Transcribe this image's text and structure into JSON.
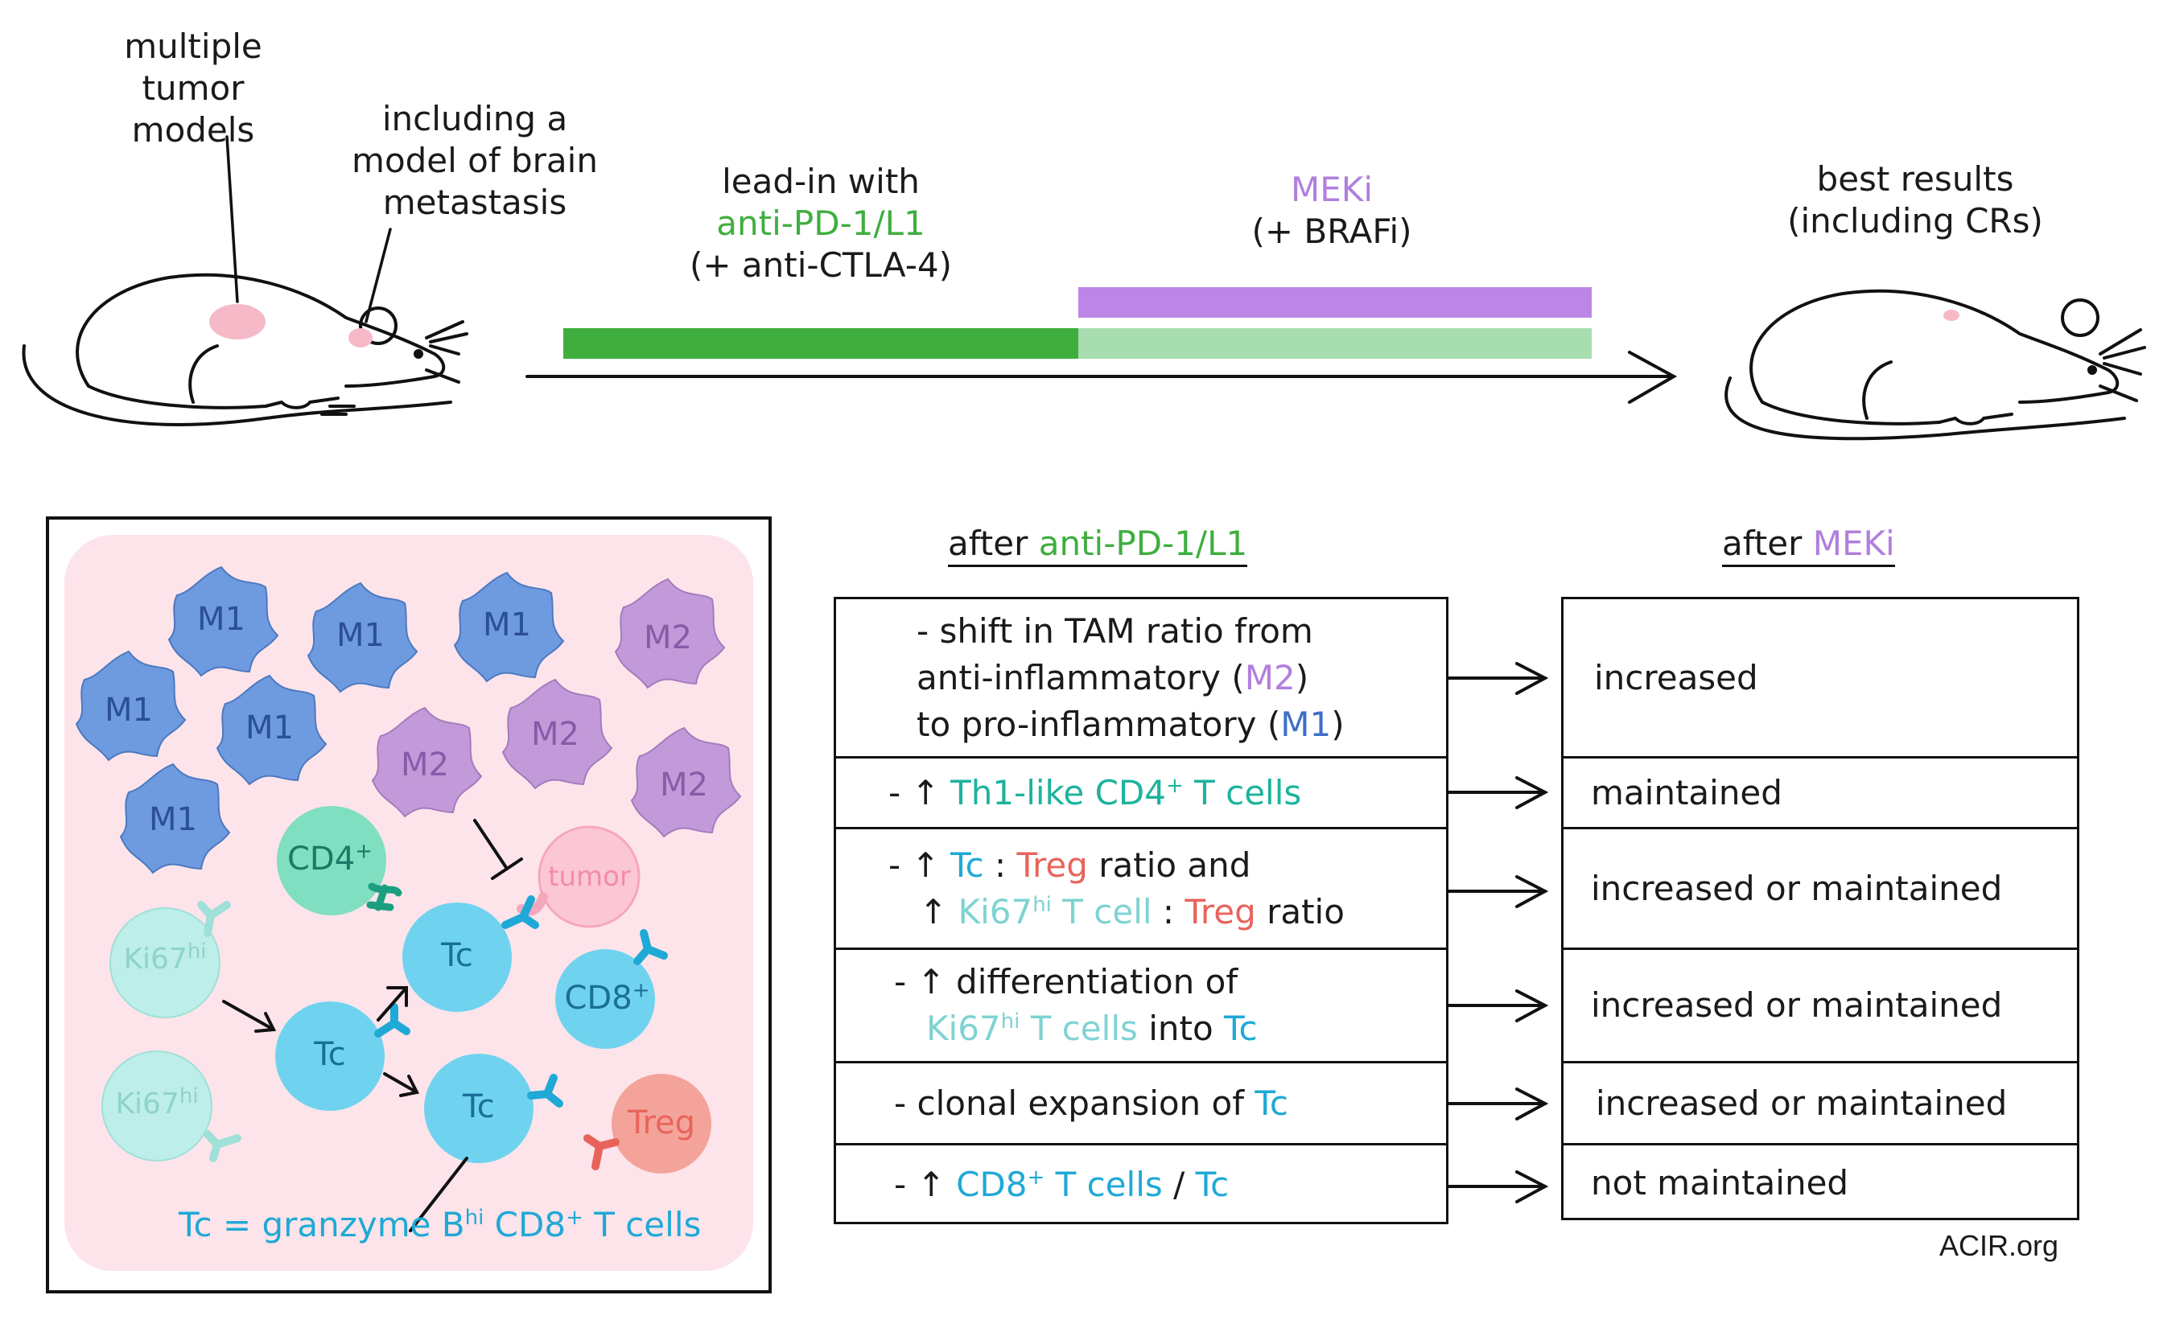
{
  "top": {
    "label_tumor_models": [
      "multiple",
      "tumor models"
    ],
    "label_brain": [
      "including a",
      "model of brain",
      "metastasis"
    ],
    "leadin": {
      "line1": "lead-in  with",
      "line2": "anti-PD-1/L1",
      "line3": "(+ anti-CTLA-4)"
    },
    "meki": {
      "line1": "MEKi",
      "line2": "(+ BRAFi)"
    },
    "best": {
      "line1": "best results",
      "line2": "(including  CRs)"
    }
  },
  "colors": {
    "green_bar": "#3fae3f",
    "light_green_bar": "#a8ddb0",
    "purple_bar": "#bb86e6",
    "panel_bg": "#fde4ea",
    "m1": "#6e9be0",
    "m2": "#c39ad9",
    "cd4": "#7fdfc0",
    "tc": "#6fd3f0",
    "ki67": "#bdeee9",
    "treg": "#f4a39a",
    "tumor": "#fbc7d6"
  },
  "panel": {
    "cells": {
      "m1": "M1",
      "m2": "M2",
      "cd4": "CD4",
      "cd4_sup": "+",
      "cd8": "CD8",
      "cd8_sup": "+",
      "tc": "Tc",
      "ki67": "Ki67",
      "ki67_sup": "hi",
      "treg": "Treg",
      "tumor": "tumor"
    },
    "footnote": {
      "pre": "Tc = granzyme B",
      "sup1": "hi",
      "mid": " CD8",
      "sup2": "+",
      "post": " T cells"
    }
  },
  "table": {
    "header_left": {
      "pre": "after ",
      "drug": "anti-PD-1/L1"
    },
    "header_right": {
      "pre": "after  ",
      "drug": "MEKi"
    },
    "rows": [
      {
        "l1a": "- shift  in TAM ratio  from",
        "l2a": "anti-inflammatory (",
        "l2b": "M2",
        "l2c": ")",
        "l3a": "to pro-inflammatory (",
        "l3b": "M1",
        "l3c": ")",
        "result": "increased"
      },
      {
        "pre": "- ↑ ",
        "a": "Th1-like  CD4",
        "sup": "+",
        "b": " T cells",
        "result": "maintained"
      },
      {
        "l1a": "- ↑ ",
        "l1b": "Tc",
        "l1c": " : ",
        "l1d": "Treg",
        "l1e": " ratio  and",
        "l2a": "↑ ",
        "l2b": "Ki67",
        "l2sup": "hi",
        "l2c": "  T  cell",
        "l2d": " : ",
        "l2e": "Treg",
        "l2f": " ratio",
        "result": "increased  or  maintained"
      },
      {
        "l1a": "- ↑ differentiation of",
        "l2a": "Ki67",
        "l2sup": "hi",
        "l2b": "  T  cells",
        "l2c": " into ",
        "l2d": "Tc",
        "result": "increased  or  maintained"
      },
      {
        "a": "- clonal  expansion  of ",
        "b": "Tc",
        "result": "increased  or  maintained"
      },
      {
        "pre": "- ↑ ",
        "a": "CD8",
        "sup": "+",
        "b": "  T cells",
        "c": " / ",
        "d": "Tc",
        "result": "not  maintained"
      }
    ],
    "credit": "ACIR.org"
  }
}
